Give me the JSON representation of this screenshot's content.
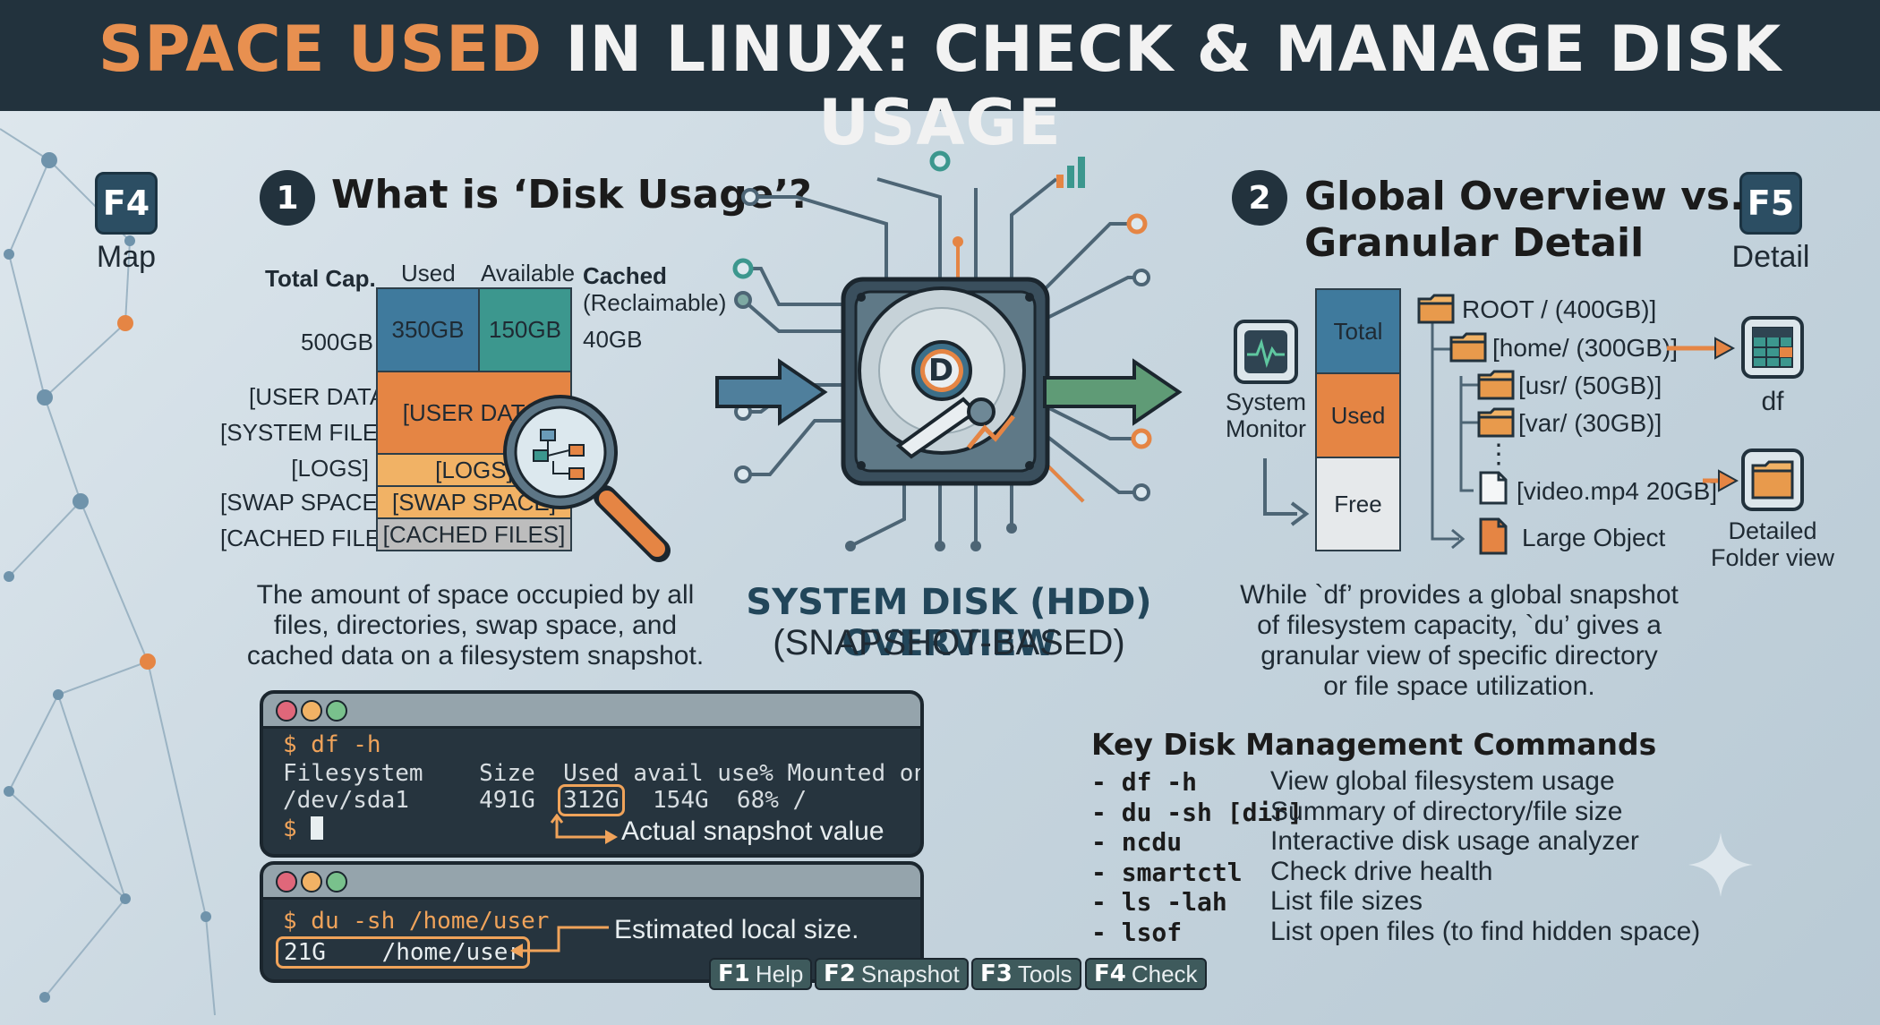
{
  "banner": {
    "highlight": "SPACE USED",
    "rest": " IN LINUX: CHECK & MANAGE DISK USAGE"
  },
  "left_key": {
    "key": "F4",
    "caption": "Map"
  },
  "right_key": {
    "key": "F5",
    "caption": "Detail"
  },
  "section1": {
    "number": "1",
    "title": "What is ‘Disk Usage’?",
    "col_total": "Total Cap.",
    "col_used": "Used",
    "col_available": "Available",
    "cached_title": "Cached",
    "cached_sub": "(Reclaimable)",
    "cached_value": "40GB",
    "total_value": "500GB",
    "used_value": "350GB",
    "available_value": "150GB",
    "rows": [
      "[USER DATA]",
      "[SYSTEM FILES]",
      "[LOGS]",
      "[SWAP SPACE]",
      "[CACHED FILES]"
    ],
    "bar_labels": [
      "[USER DATA]",
      "[LOGS]",
      "[SWAP SPACE]",
      "[CACHED FILES]"
    ],
    "description": [
      "The amount of space occupied by all",
      "files, directories, swap space, and",
      "cached data on a filesystem snapshot."
    ]
  },
  "center": {
    "disk_letter": "D",
    "title": "SYSTEM DISK (HDD) OVERVIEW",
    "subtitle": "(SNAPSHOT-BASED)"
  },
  "section2": {
    "number": "2",
    "title_line1": "Global Overview vs.",
    "title_line2": "Granular Detail",
    "monitor_label": [
      "System",
      "Monitor"
    ],
    "stack": [
      "Total",
      "Used",
      "Free"
    ],
    "tree": [
      "ROOT / (400GB)]",
      "[home/ (300GB)]",
      "[usr/ (50GB)]",
      "[var/ (30GB)]",
      "⋮",
      "[video.mp4 20GB]",
      "Large Object"
    ],
    "df_label": "df",
    "folder_label": [
      "Detailed",
      "Folder view"
    ],
    "description": [
      "While `df’ provides a global snapshot",
      "of filesystem capacity, `du’ gives a",
      "granular view of specific directory",
      "or file space utilization."
    ]
  },
  "terminal1": {
    "prompt": "$ df -h",
    "header": "Filesystem    Size  Used avail use% Mounted on",
    "row_a": "/dev/sda1     491G  ",
    "row_used": "312G",
    "row_b": "  154G  68% /",
    "cursor_prompt": "$ ",
    "annotation": "Actual snapshot value"
  },
  "terminal2": {
    "prompt": "$ du -sh /home/user",
    "output": "21G    /home/user",
    "annotation": "Estimated local size."
  },
  "fkeys": [
    {
      "key": "F1",
      "label": "Help"
    },
    {
      "key": "F2",
      "label": "Snapshot"
    },
    {
      "key": "F3",
      "label": "Tools"
    },
    {
      "key": "F4",
      "label": "Check"
    }
  ],
  "commands": {
    "title": "Key Disk Management Commands",
    "items": [
      {
        "cmd": "- df -h",
        "desc": "View global filesystem usage"
      },
      {
        "cmd": "- du -sh [dir]",
        "desc": "Summary of directory/file size"
      },
      {
        "cmd": "- ncdu",
        "desc": "Interactive disk usage analyzer"
      },
      {
        "cmd": "- smartctl",
        "desc": "Check drive health"
      },
      {
        "cmd": "- ls -lah",
        "desc": "List file sizes"
      },
      {
        "cmd": "- lsof",
        "desc": "List open files (to find hidden space)"
      }
    ]
  },
  "colors": {
    "blue": "#3f7a9d",
    "teal": "#3c978e",
    "orange": "#e58544",
    "light_orange": "#f1b265",
    "gray": "#bdbdbd",
    "dark": "#22323d"
  }
}
